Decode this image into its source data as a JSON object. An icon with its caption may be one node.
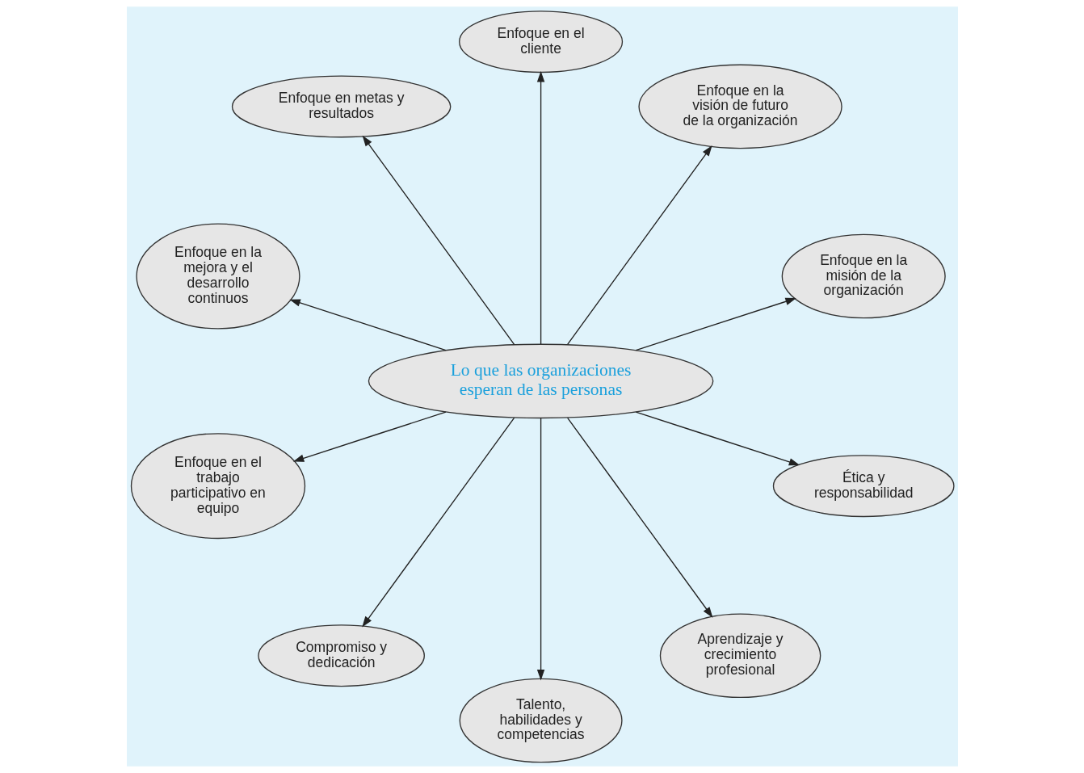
{
  "diagram": {
    "nodes": [
      {
        "text": [
          "Lo que las organizaciones esperan de las personas"
        ]
      },
      {
        "text": [
          "Enfoque en la misión de la organización"
        ]
      },
      {
        "text": [
          "Enfoque en la visión de futuro de la organización"
        ]
      },
      {
        "text": [
          "Enfoque en el cliente"
        ]
      },
      {
        "text": [
          "Enfoque en metas y resultados"
        ]
      },
      {
        "text": [
          "Enfoque en la mejora y el desarrollo continuos"
        ]
      },
      {
        "text": [
          "Enfoque en el trabajo participativo en equipo"
        ]
      },
      {
        "text": [
          "Compromiso y dedicación"
        ]
      },
      {
        "text": [
          "Talento, habilidades y competencias"
        ]
      },
      {
        "text": [
          "Aprendizaje y crecimiento profesional"
        ]
      },
      {
        "text": [
          "Ética y responsabilidad"
        ]
      }
    ],
    "edges": [
      {
        "from": 0,
        "to": 1,
        "arrow": "to"
      },
      {
        "from": 0,
        "to": 2,
        "arrow": "to"
      },
      {
        "from": 0,
        "to": 3,
        "arrow": "to"
      },
      {
        "from": 0,
        "to": 4,
        "arrow": "to"
      },
      {
        "from": 0,
        "to": 5,
        "arrow": "to"
      },
      {
        "from": 0,
        "to": 6,
        "arrow": "to"
      },
      {
        "from": 0,
        "to": 7,
        "arrow": "to"
      },
      {
        "from": 0,
        "to": 8,
        "arrow": "to"
      },
      {
        "from": 0,
        "to": 9,
        "arrow": "to"
      },
      {
        "from": 0,
        "to": 10,
        "arrow": "to"
      }
    ]
  }
}
